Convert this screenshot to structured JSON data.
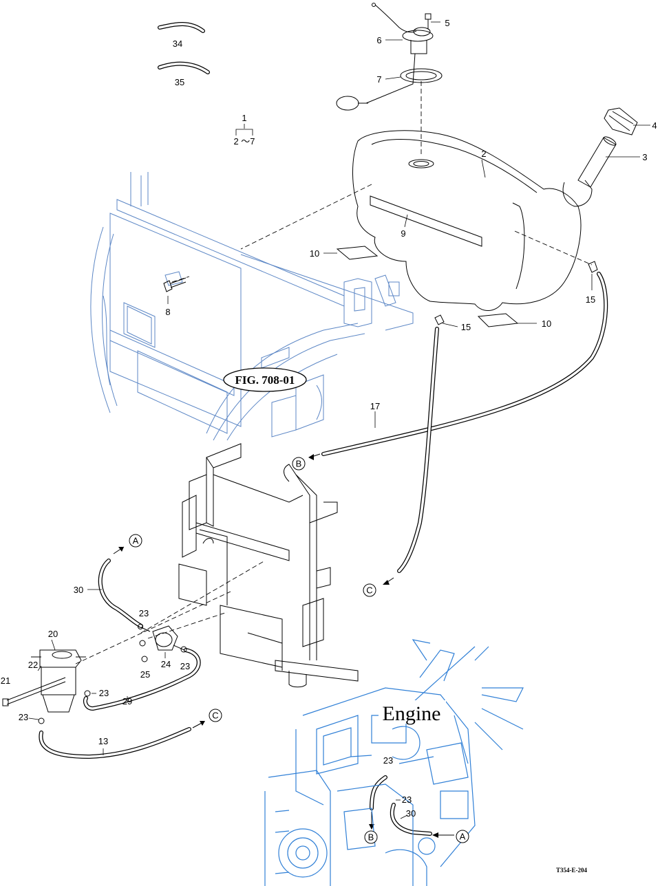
{
  "diagram": {
    "figure_reference": "FIG. 708-01",
    "engine_label": "Engine",
    "drawing_code": "T354-E-204",
    "assembly_label": {
      "top": "1",
      "bottom": "2 ～7"
    },
    "part_callouts": [
      {
        "id": "p34",
        "text": "34"
      },
      {
        "id": "p35",
        "text": "35"
      },
      {
        "id": "p5",
        "text": "5"
      },
      {
        "id": "p6",
        "text": "6"
      },
      {
        "id": "p7",
        "text": "7"
      },
      {
        "id": "p4",
        "text": "4"
      },
      {
        "id": "p2",
        "text": "2"
      },
      {
        "id": "p3",
        "text": "3"
      },
      {
        "id": "p9",
        "text": "9"
      },
      {
        "id": "p10a",
        "text": "10"
      },
      {
        "id": "p10b",
        "text": "10"
      },
      {
        "id": "p8",
        "text": "8"
      },
      {
        "id": "p15a",
        "text": "15"
      },
      {
        "id": "p15b",
        "text": "15"
      },
      {
        "id": "p17",
        "text": "17"
      },
      {
        "id": "p30a",
        "text": "30"
      },
      {
        "id": "p23a",
        "text": "23"
      },
      {
        "id": "p20",
        "text": "20"
      },
      {
        "id": "p22",
        "text": "22"
      },
      {
        "id": "p24",
        "text": "24"
      },
      {
        "id": "p23b",
        "text": "23"
      },
      {
        "id": "p25",
        "text": "25"
      },
      {
        "id": "p21",
        "text": "21"
      },
      {
        "id": "p23c",
        "text": "23"
      },
      {
        "id": "p29",
        "text": "29"
      },
      {
        "id": "p23d",
        "text": "23"
      },
      {
        "id": "p13",
        "text": "13"
      },
      {
        "id": "p23e",
        "text": "23"
      },
      {
        "id": "p23f",
        "text": "23"
      },
      {
        "id": "p30b",
        "text": "30"
      }
    ],
    "connection_refs": [
      {
        "id": "refA1",
        "text": "A"
      },
      {
        "id": "refB1",
        "text": "B"
      },
      {
        "id": "refC1",
        "text": "C"
      },
      {
        "id": "refC2",
        "text": "C"
      },
      {
        "id": "refB2",
        "text": "B"
      },
      {
        "id": "refA2",
        "text": "A"
      }
    ],
    "colors": {
      "line_art": "#000000",
      "frame_linework": "#5b86c5",
      "engine_linework": "#2f7fd6",
      "background": "#ffffff"
    }
  }
}
